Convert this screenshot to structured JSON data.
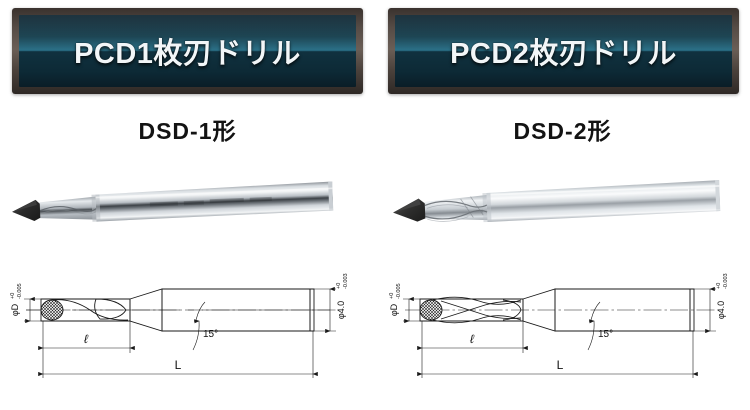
{
  "products": [
    {
      "banner_label": "PCD1枚刃ドリル",
      "model_label": "DSD-1形",
      "photo_name": "pcd-single-flute-drill-photo",
      "drawing_name": "pcd-single-flute-drill-drawing",
      "flutes": 1,
      "dimensions": {
        "tip_diameter": "φD",
        "tip_tolerance_upper": "+0",
        "tip_tolerance_lower": "-0.005",
        "shank_diameter": "φ4.0",
        "shank_tolerance_upper": "+0",
        "shank_tolerance_lower": "-0.003",
        "flute_length": "ℓ",
        "overall_length": "L",
        "taper_angle": "15°"
      }
    },
    {
      "banner_label": "PCD2枚刃ドリル",
      "model_label": "DSD-2形",
      "photo_name": "pcd-double-flute-drill-photo",
      "drawing_name": "pcd-double-flute-drill-drawing",
      "flutes": 2,
      "dimensions": {
        "tip_diameter": "φD",
        "tip_tolerance_upper": "+0",
        "tip_tolerance_lower": "-0.005",
        "shank_diameter": "φ4.0",
        "shank_tolerance_upper": "+0",
        "shank_tolerance_lower": "-0.003",
        "flute_length": "ℓ",
        "overall_length": "L",
        "taper_angle": "15°"
      }
    }
  ],
  "colors": {
    "banner_frame_dark": "#2e2825",
    "banner_frame_light": "#6a5e56",
    "banner_teal_highlight": "#2b7188",
    "banner_teal_dark": "#0a1d27",
    "banner_text": "#f2f6f8",
    "label_text": "#131313",
    "drawing_line": "#1a1a1a",
    "page_background": "#ffffff"
  }
}
